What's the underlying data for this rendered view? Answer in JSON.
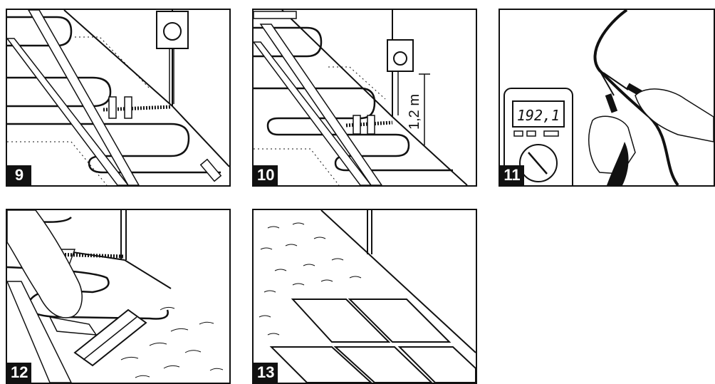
{
  "steps": [
    {
      "number": "9"
    },
    {
      "number": "10",
      "height_label": "1,2 m"
    },
    {
      "number": "11",
      "meter_reading": "192,1"
    },
    {
      "number": "12"
    },
    {
      "number": "13"
    }
  ],
  "colors": {
    "ink": "#111111",
    "paper": "#ffffff"
  }
}
